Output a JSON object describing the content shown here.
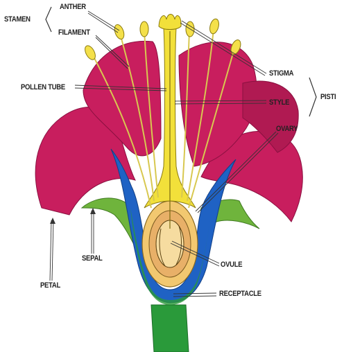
{
  "labels": {
    "stamen": "STAMEN",
    "anther": "ANTHER",
    "filament": "FILAMENT",
    "pollen_tube": "POLLEN TUBE",
    "stigma": "STIGMA",
    "style": "STYLE",
    "pistil": "PISTI",
    "ovary": "OVARY",
    "sepal": "SEPAL",
    "petal": "PETAL",
    "ovule": "OVULE",
    "receptacle": "RECEPTACLE"
  },
  "colors": {
    "petal": "#c81e5e",
    "sepal": "#6fb43c",
    "stem": "#2a9a3a",
    "receptacle": "#1f62c4",
    "pistil": "#f2e03a",
    "ovary_wall": "#f2c870",
    "ovule": "#e8b068",
    "stamen": "#f4e04a",
    "line": "#333333"
  }
}
